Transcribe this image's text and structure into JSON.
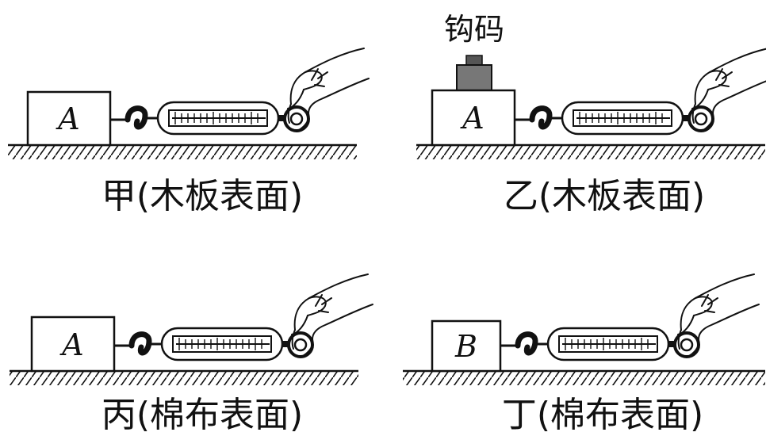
{
  "weight_label": "钩码",
  "panels": [
    {
      "block": "A",
      "caption": "甲(木板表面)",
      "has_weight": false
    },
    {
      "block": "A",
      "caption": "乙(木板表面)",
      "has_weight": true
    },
    {
      "block": "A",
      "caption": "丙(棉布表面)",
      "has_weight": false
    },
    {
      "block": "B",
      "caption": "丁(棉布表面)",
      "has_weight": false
    }
  ]
}
